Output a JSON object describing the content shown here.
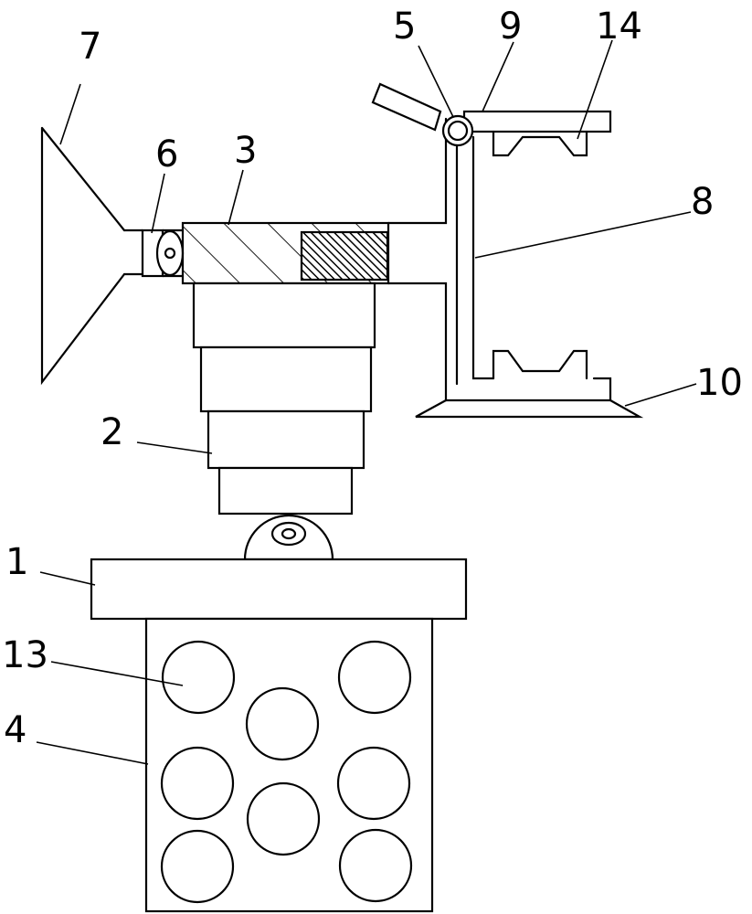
{
  "labels": {
    "l1": "1",
    "l2": "2",
    "l3": "3",
    "l4": "4",
    "l5": "5",
    "l6": "6",
    "l7": "7",
    "l8": "8",
    "l9": "9",
    "l10": "10",
    "l13": "13",
    "l14": "14"
  }
}
